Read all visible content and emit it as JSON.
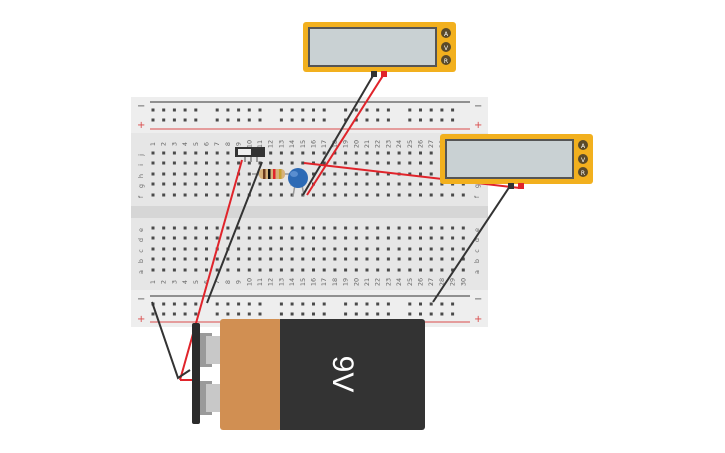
{
  "battery": {
    "label": "9V"
  },
  "meter_top": {
    "display": "",
    "mode_a": "A",
    "mode_v": "V",
    "mode_r": "R"
  },
  "meter_right": {
    "display": "",
    "mode_a": "A",
    "mode_v": "V",
    "mode_r": "R"
  },
  "breadboard": {
    "row_letters_top": [
      "j",
      "i",
      "h",
      "g",
      "f"
    ],
    "row_letters_bottom": [
      "e",
      "d",
      "c",
      "b",
      "a"
    ],
    "rail_plus": "+",
    "rail_minus": "−",
    "column_count": 30
  },
  "colors": {
    "meter_body": "#f2b01e",
    "meter_screen": "#c9d1d3",
    "battery_label": "#d18f52",
    "battery_body": "#333333",
    "wire_red": "#e0242b",
    "wire_black": "#333333",
    "rail_red": "#d94a4a",
    "capacitor": "#2d6ab5"
  }
}
